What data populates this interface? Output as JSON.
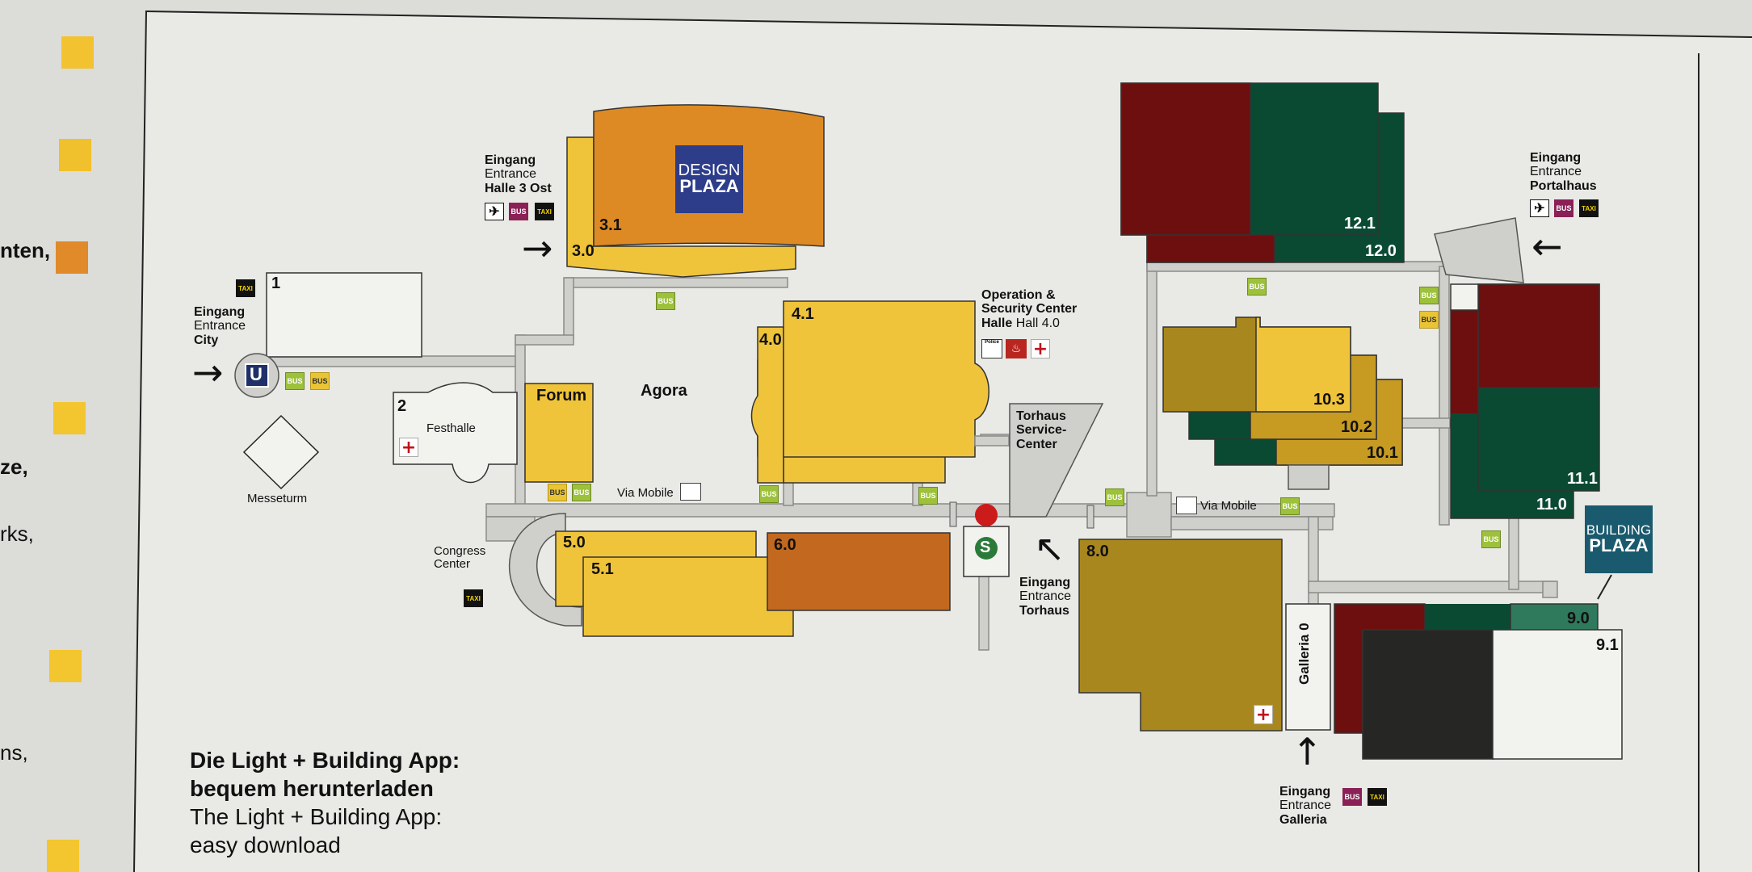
{
  "left_margin": {
    "fragments": [
      "nten,",
      "ze,",
      "rks,",
      "ns,"
    ],
    "swatch_colors": [
      "#f2c230",
      "#f1c02d",
      "#e08a2a",
      "#f3c52f",
      "#f3c52f",
      "#f3c52f"
    ]
  },
  "colors": {
    "yellow": "#f0c43a",
    "orange": "#dd8a24",
    "dark_orange": "#c2691f",
    "ochre": "#a8871e",
    "ochre_light": "#c79a22",
    "dark_red": "#6e0f0f",
    "dark_green": "#0a4a33",
    "mid_green": "#2f7a5c",
    "black": "#262624",
    "blue": "#2d3d8a",
    "teal": "#1a5a6e",
    "path": "#cfcfcc",
    "s_bahn": "#2a7a3a",
    "red_dot": "#cc1b1b"
  },
  "halls": {
    "h1": "1",
    "h2": "2",
    "h30": "3.0",
    "h31": "3.1",
    "h40": "4.0",
    "h41": "4.1",
    "h50": "5.0",
    "h51": "5.1",
    "h60": "6.0",
    "h80": "8.0",
    "h90": "9.0",
    "h91": "9.1",
    "h101": "10.1",
    "h102": "10.2",
    "h103": "10.3",
    "h110": "11.0",
    "h111": "11.1",
    "h120": "12.0",
    "h121": "12.1"
  },
  "places": {
    "design_plaza": {
      "line1": "DESIGN",
      "line2": "PLAZA"
    },
    "building_plaza": {
      "line1": "BUILDING",
      "line2": "PLAZA"
    },
    "forum": "Forum",
    "agora": "Agora",
    "festhalle": "Festhalle",
    "messeturm": "Messeturm",
    "congress_center": {
      "line1": "Congress",
      "line2": "Center"
    },
    "via_mobile": "Via Mobile",
    "torhaus_service": {
      "line1": "Torhaus",
      "line2": "Service-",
      "line3": "Center"
    },
    "galleria0": "Galleria 0",
    "operation_center": {
      "line1": "Operation &",
      "line2": "Security Center",
      "line3a": "Halle",
      "line3b": " Hall 4.0",
      "police": "Police"
    },
    "u_sign": "U",
    "s_sign": "S"
  },
  "entrances": {
    "city": {
      "line1": "Eingang",
      "line2": "Entrance",
      "line3": "City"
    },
    "halle3ost": {
      "line1": "Eingang",
      "line2": "Entrance",
      "line3": "Halle 3 Ost"
    },
    "portalhaus": {
      "line1": "Eingang",
      "line2": "Entrance",
      "line3": "Portalhaus"
    },
    "torhaus": {
      "line1": "Eingang",
      "line2": "Entrance",
      "line3": "Torhaus"
    },
    "galleria": {
      "line1": "Eingang",
      "line2": "Entrance",
      "line3": "Galleria"
    }
  },
  "badges": {
    "bus": "BUS",
    "taxi": "TAXI",
    "plane": "✈"
  },
  "app": {
    "line1": "Die Light + Building App:",
    "line2": "bequem herunterladen",
    "line3": "The Light + Building App:",
    "line4": "easy download"
  }
}
